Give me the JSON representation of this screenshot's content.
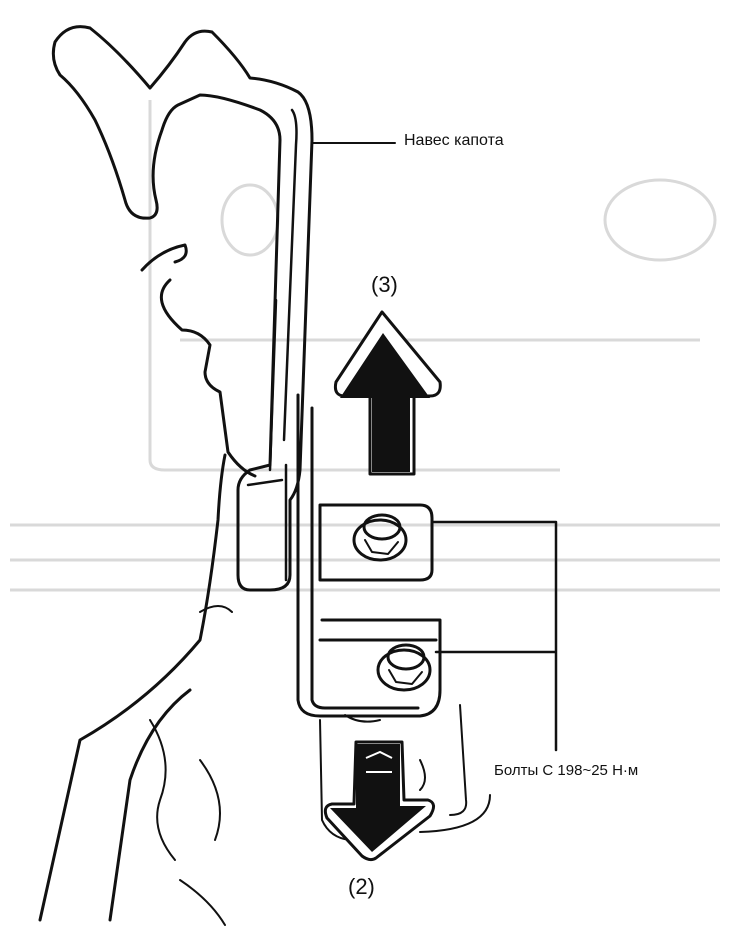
{
  "labels": {
    "hood_hinge": "Навес капота",
    "bolts": "Болты С 198~25 Н·м",
    "step_up": "(3)",
    "step_down": "(2)"
  },
  "icons": {
    "up_arrow": "arrow-up-icon",
    "down_arrow": "arrow-down-icon"
  },
  "colors": {
    "ink": "#111111",
    "ghost": "#d9d9d9",
    "paper": "#ffffff"
  }
}
